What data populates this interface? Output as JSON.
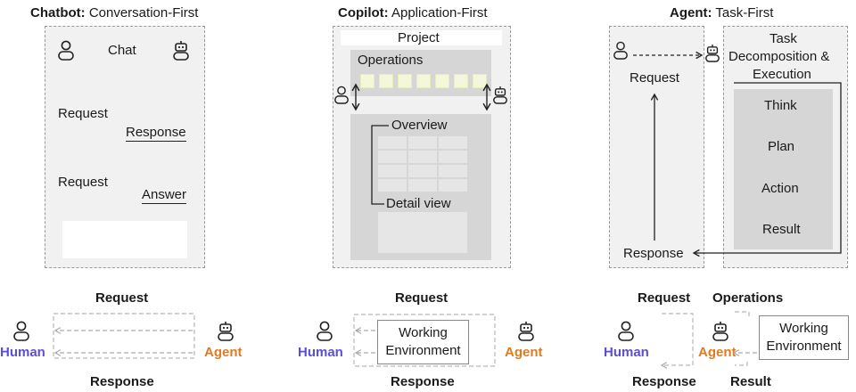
{
  "chatbot": {
    "title_bold": "Chatbot:",
    "title_rest": " Conversation-First",
    "chat": "Chat",
    "request1": "Request",
    "response": "Response",
    "request2": "Request",
    "answer": "Answer",
    "bottom_request": "Request",
    "bottom_response": "Response",
    "human": "Human",
    "agent": "Agent"
  },
  "copilot": {
    "title_bold": "Copilot:",
    "title_rest": " Application-First",
    "project": "Project",
    "operations": "Operations",
    "overview": "Overview",
    "detail_view": "Detail view",
    "bottom_request": "Request",
    "bottom_response": "Response",
    "working_env_1": "Working",
    "working_env_2": "Environment",
    "human": "Human",
    "agent": "Agent"
  },
  "agent": {
    "title_bold": "Agent:",
    "title_rest": " Task-First",
    "request": "Request",
    "response": "Response",
    "task_1": "Task",
    "task_2": "Decomposition &",
    "task_3": "Execution",
    "think": "Think",
    "plan": "Plan",
    "action": "Action",
    "result": "Result",
    "bottom_request": "Request",
    "bottom_operations": "Operations",
    "bottom_response": "Response",
    "bottom_result": "Result",
    "working_env_1": "Working",
    "working_env_2": "Environment",
    "human": "Human",
    "agent": "Agent"
  },
  "colors": {
    "human": "#5b4fd6",
    "agent": "#e07b1f",
    "panel": "#f1f1f1",
    "inner": "#d6d6d6"
  }
}
